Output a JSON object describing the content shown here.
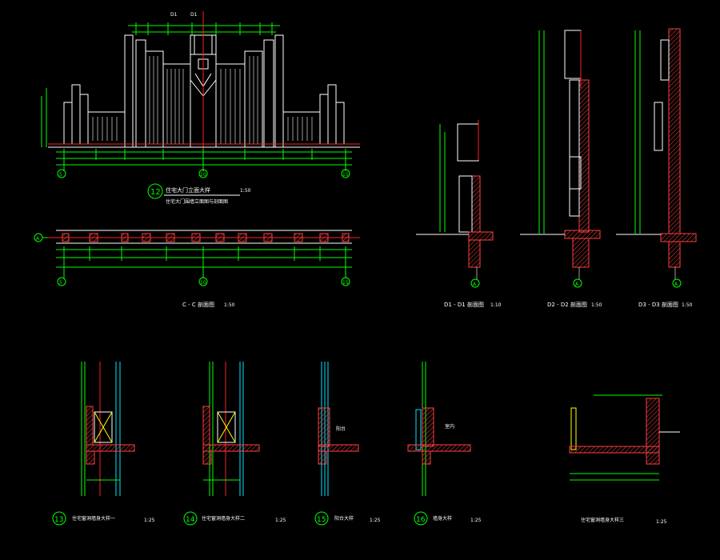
{
  "colors": {
    "background": "#000000",
    "line": "#ffffff",
    "dim": "#00ff00",
    "axis": "#ff2020",
    "glass": "#00e5ff",
    "hatch": "#ff4040"
  },
  "elevation": {
    "number": "12",
    "title": "住宅大门立面大样",
    "subtitle": "住宅大门围墙立面图与剖面图",
    "scale": "1:50",
    "axes": {
      "left": "5",
      "center": "10",
      "right": "15"
    },
    "top_dims": [
      "D1",
      "D1"
    ],
    "labels": {
      "d1_left": "D1",
      "d1_right": "D1"
    }
  },
  "plan": {
    "axis_label": "A",
    "title": "C - C 剖面图",
    "scale": "1:50",
    "axes": {
      "left": "5",
      "center": "10",
      "right": "15"
    }
  },
  "sections": [
    {
      "title": "D1 - D1 剖面图",
      "scale": "1:10",
      "axis": "A"
    },
    {
      "title": "D2 - D2 剖面图",
      "scale": "1:50",
      "axis": "A"
    },
    {
      "title": "D3 - D3 剖面图",
      "scale": "1:50",
      "axis": "A"
    }
  ],
  "details": [
    {
      "number": "13",
      "title": "住宅窗洞墙身大样一",
      "scale": "1:25"
    },
    {
      "number": "14",
      "title": "住宅窗洞墙身大样二",
      "scale": "1:25"
    },
    {
      "number": "15",
      "title": "阳台大样",
      "scale": "1:25"
    },
    {
      "number": "16",
      "title": "墙身大样",
      "scale": "1:25"
    },
    {
      "number": "",
      "title": "住宅窗洞墙身大样三",
      "scale": "1:25"
    }
  ],
  "detail_labels": {
    "balcony": "阳台",
    "interior": "室内"
  }
}
